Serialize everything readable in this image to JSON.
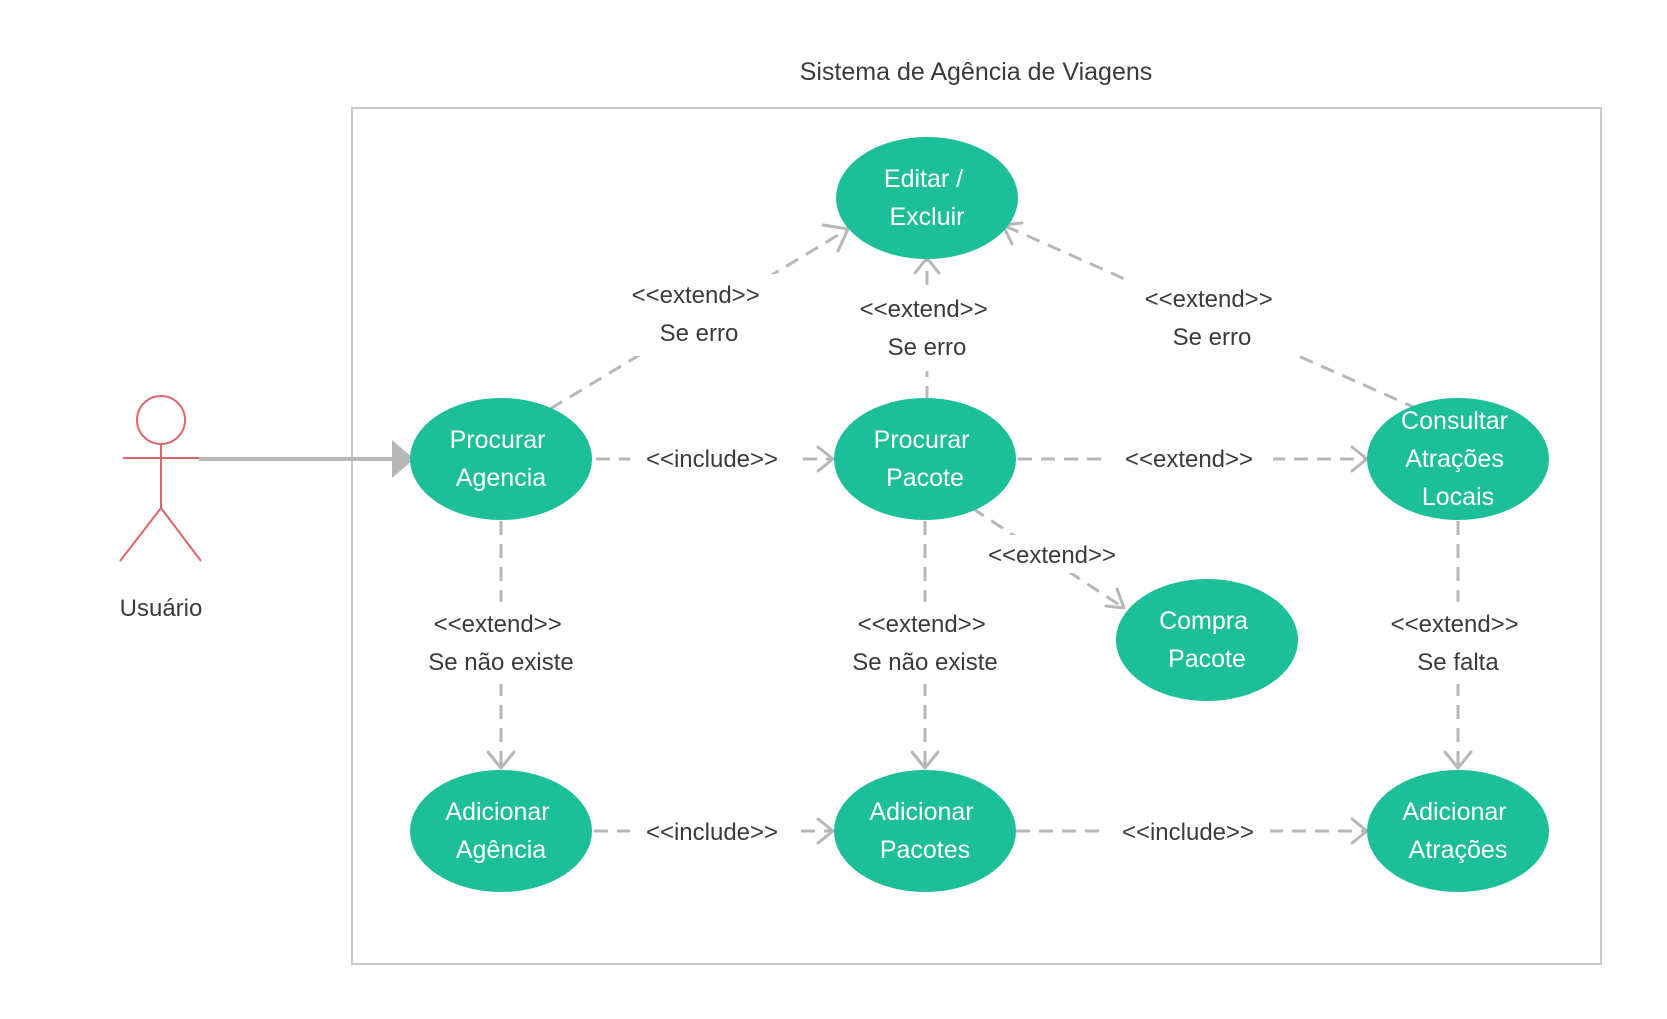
{
  "system": {
    "title": "Sistema de Agência de Viagens"
  },
  "actor": {
    "label": "Usuário"
  },
  "colors": {
    "usecase": "#1dbf99",
    "actor": "#e0646a",
    "connector": "#b7b7b7",
    "boundary": "#c9c9c9"
  },
  "use_cases": {
    "editar": [
      "Editar /",
      "Excluir"
    ],
    "procurar_agencia": [
      "Procurar",
      "Agencia"
    ],
    "procurar_pacote": [
      "Procurar",
      "Pacote"
    ],
    "consultar": [
      "Consultar",
      "Atrações",
      "Locais"
    ],
    "compra": [
      "Compra",
      "Pacote"
    ],
    "adicionar_agencia": [
      "Adicionar",
      "Agência"
    ],
    "adicionar_pacotes": [
      "Adicionar",
      "Pacotes"
    ],
    "adicionar_atracoes": [
      "Adicionar",
      "Atrações"
    ]
  },
  "relations": {
    "agencia_editar": [
      "<<extend>>",
      "Se erro"
    ],
    "pacote_editar": [
      "<<extend>>",
      "Se erro"
    ],
    "consultar_editar": [
      "<<extend>>",
      "Se erro"
    ],
    "agencia_pacote": [
      "<<include>>"
    ],
    "pacote_consultar": [
      "<<extend>>"
    ],
    "pacote_compra": [
      "<<extend>>"
    ],
    "agencia_adicionar": [
      "<<extend>>",
      "Se não existe"
    ],
    "pacote_adicionar": [
      "<<extend>>",
      "Se não existe"
    ],
    "consultar_adicionar": [
      "<<extend>>",
      "Se falta"
    ],
    "adicionar_agencia_pacotes": [
      "<<include>>"
    ],
    "adicionar_pacotes_atracoes": [
      "<<include>>"
    ]
  }
}
